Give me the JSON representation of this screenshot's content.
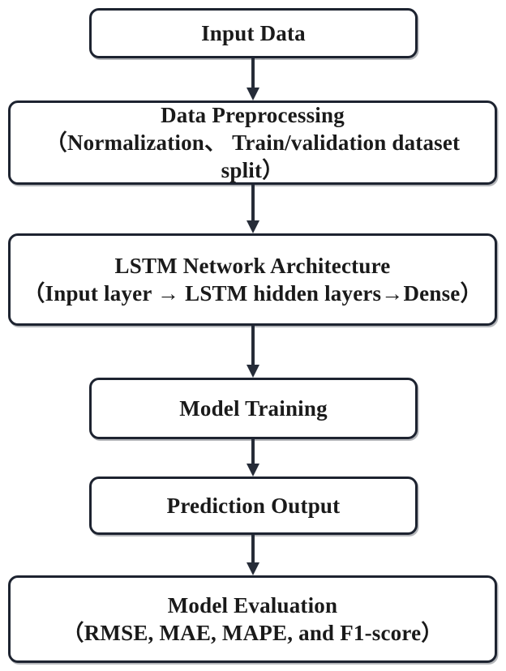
{
  "diagram": {
    "title": "LSTM prediction workflow flowchart",
    "style": {
      "border_color": "#1d2330",
      "fill_color": "#ffffff",
      "text_color": "#1a1a1a",
      "arrow_color": "#262c38",
      "background": "#ffffff"
    },
    "nodes": [
      {
        "id": "input-data",
        "label": "Input Data"
      },
      {
        "id": "data-preprocessing",
        "label": "Data Preprocessing\n（Normalization、 Train/validation dataset split）"
      },
      {
        "id": "lstm-network-architecture",
        "label": "LSTM Network Architecture\n（Input layer → LSTM hidden layers→Dense）"
      },
      {
        "id": "model-training",
        "label": "Model Training"
      },
      {
        "id": "prediction-output",
        "label": "Prediction Output"
      },
      {
        "id": "model-evaluation",
        "label": "Model Evaluation\n（RMSE, MAE, MAPE, and F1-score）"
      }
    ],
    "edges": [
      {
        "id": "edge-1",
        "from": "input-data",
        "to": "data-preprocessing",
        "marker": "arrow-down"
      },
      {
        "id": "edge-2",
        "from": "data-preprocessing",
        "to": "lstm-network-architecture",
        "marker": "arrow-down"
      },
      {
        "id": "edge-3",
        "from": "lstm-network-architecture",
        "to": "model-training",
        "marker": "arrow-down"
      },
      {
        "id": "edge-4",
        "from": "model-training",
        "to": "prediction-output",
        "marker": "arrow-down"
      },
      {
        "id": "edge-5",
        "from": "prediction-output",
        "to": "model-evaluation",
        "marker": "arrow-down"
      }
    ]
  }
}
